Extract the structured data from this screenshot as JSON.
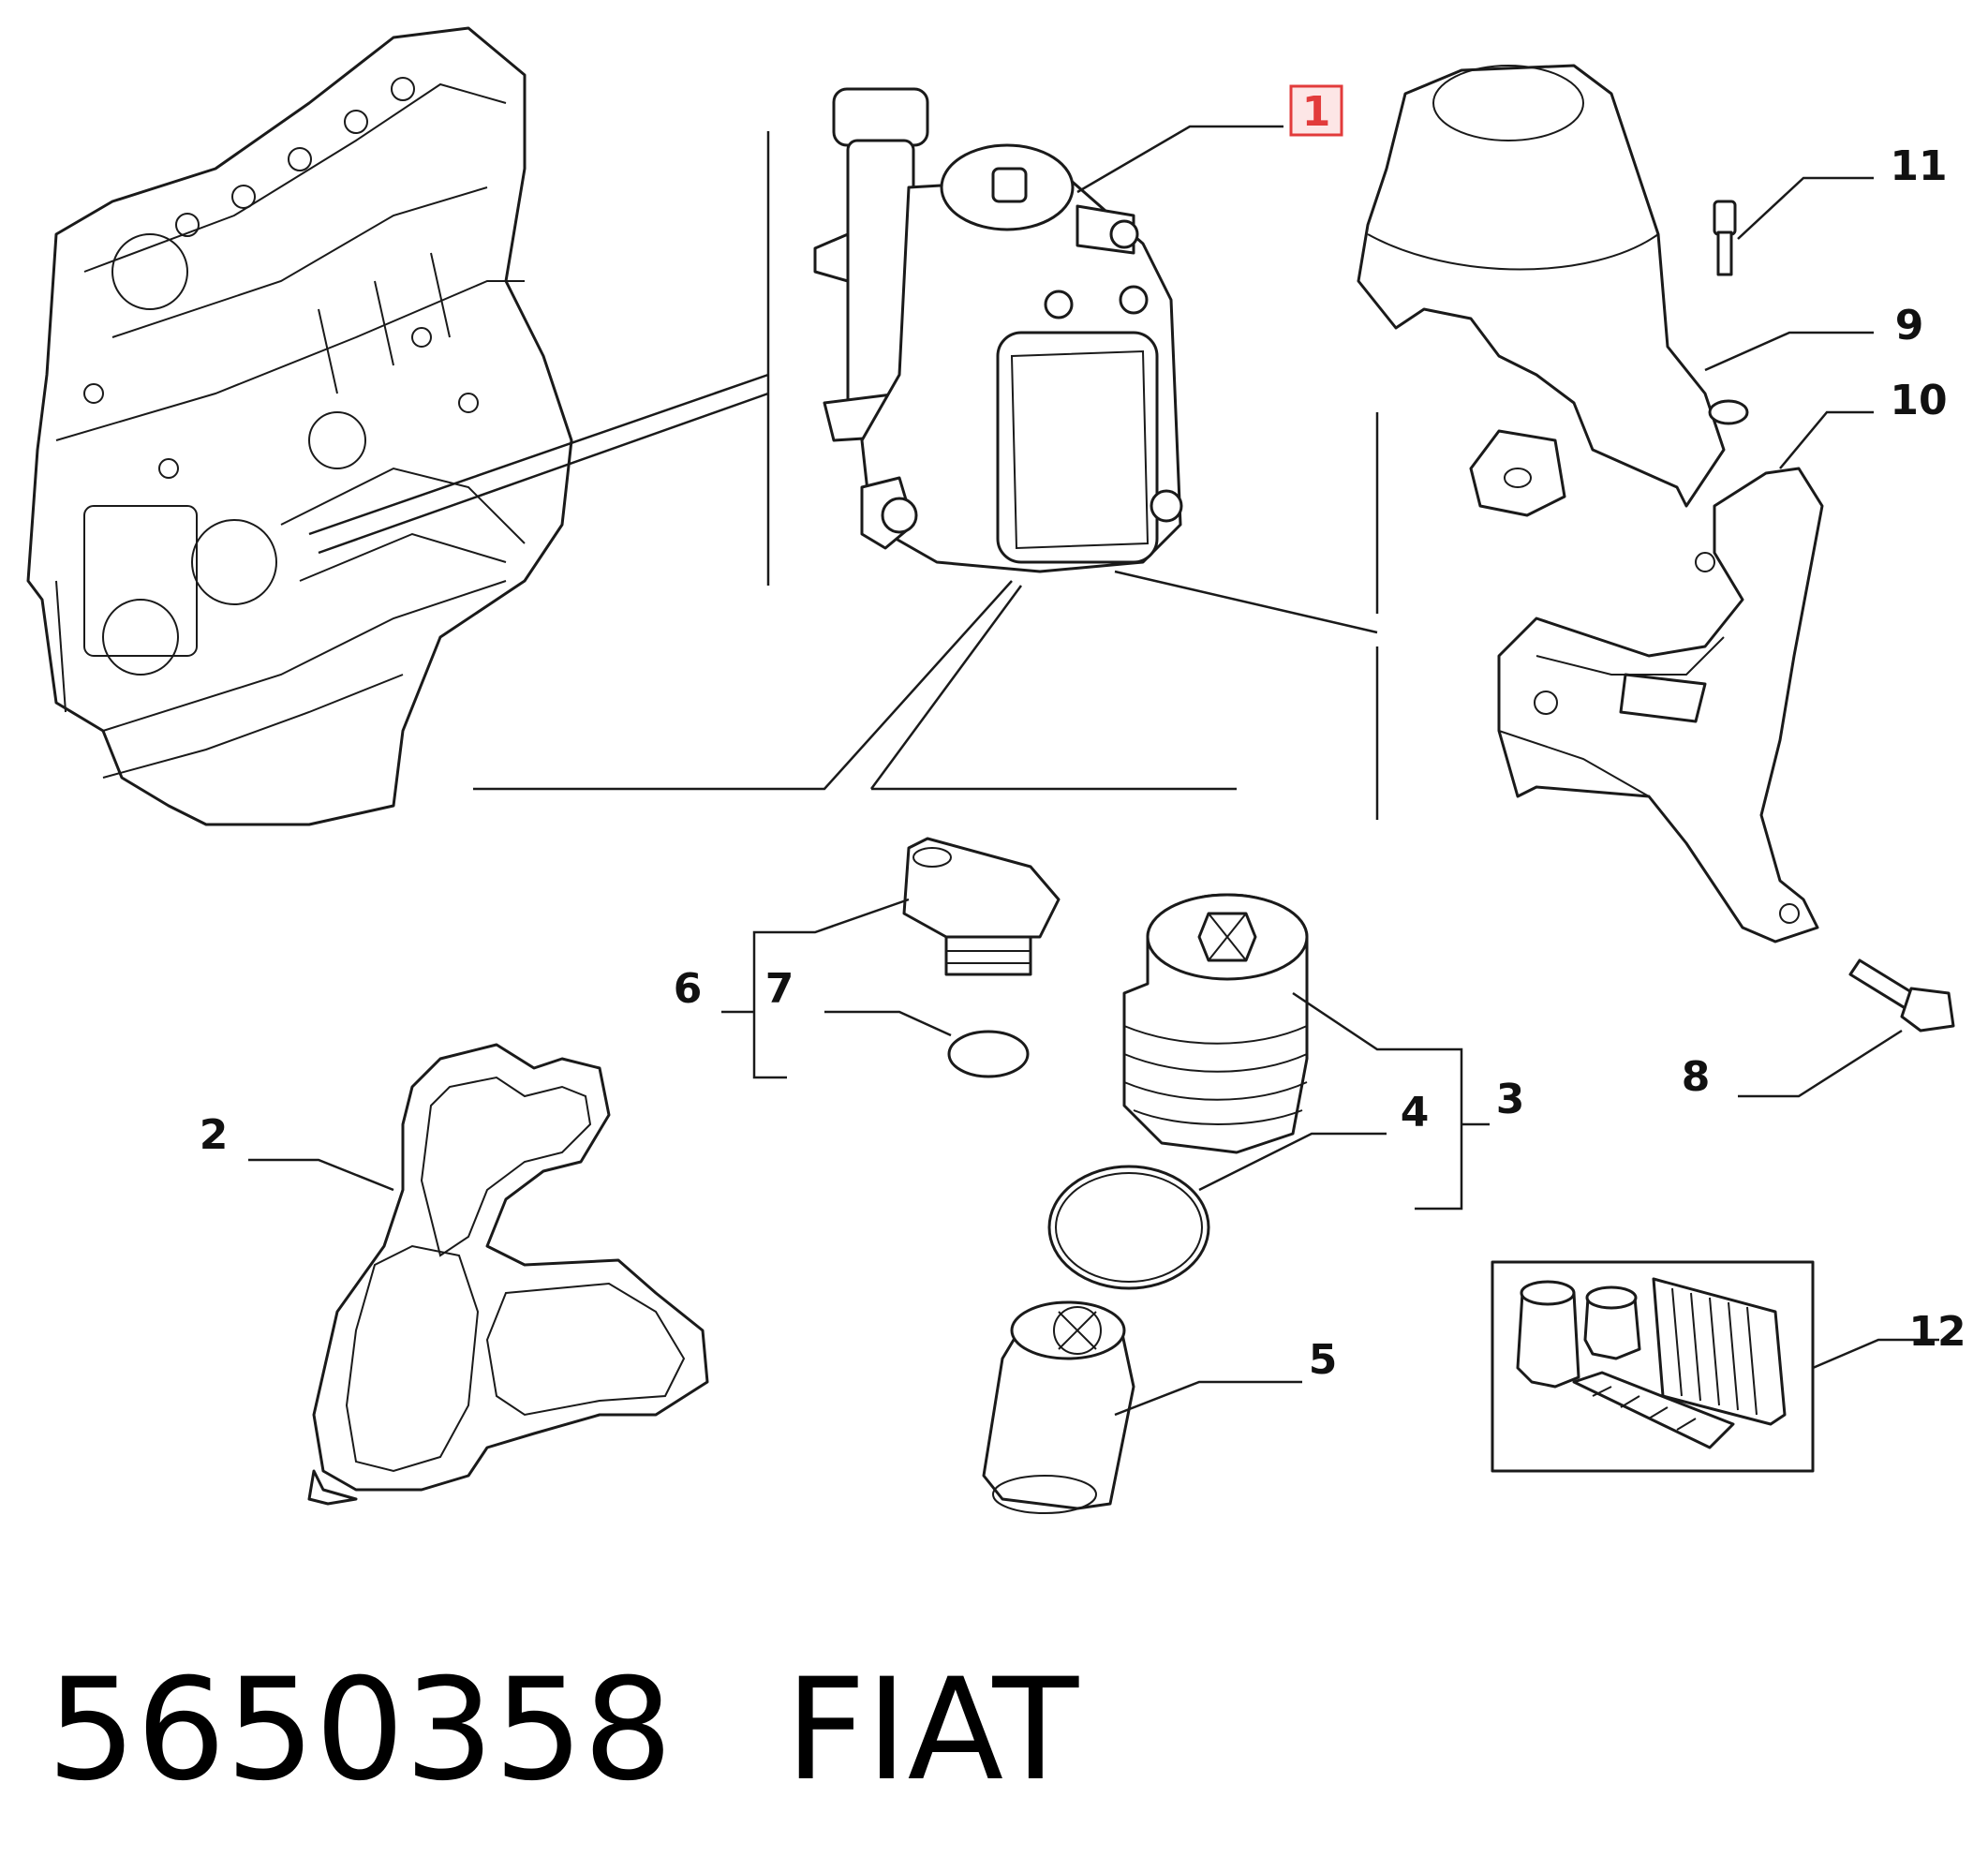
{
  "callouts": {
    "c1": "1",
    "c2": "2",
    "c3": "3",
    "c4": "4",
    "c5": "5",
    "c6": "6",
    "c7": "7",
    "c8": "8",
    "c9": "9",
    "c10": "10",
    "c11": "11",
    "c12": "12"
  },
  "highlighted_callout": "1",
  "colors": {
    "highlight_border": "#e23b3b",
    "highlight_fill": "#fde6e6",
    "line": "#1a1a1a"
  },
  "footer": {
    "part_number": "5650358",
    "brand": "FIAT"
  }
}
